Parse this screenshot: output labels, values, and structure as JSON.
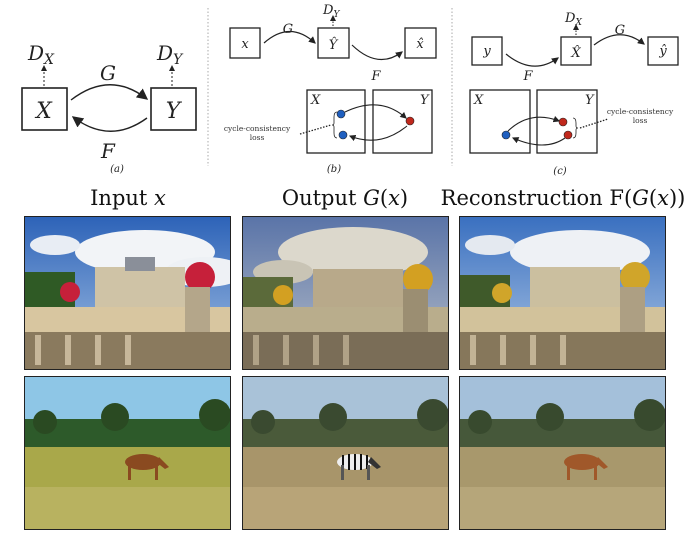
{
  "diagram": {
    "panel_a": {
      "caption": "(a)",
      "node_x": "X",
      "node_y": "Y",
      "disc_x": "D",
      "disc_x_sub": "X",
      "disc_y": "D",
      "disc_y_sub": "Y",
      "gen_g": "G",
      "gen_f": "F"
    },
    "panel_b": {
      "caption": "(b)",
      "input": "x",
      "mapped": "Ŷ",
      "recon": "x̂",
      "disc": "D",
      "disc_sub": "Y",
      "gen_g": "G",
      "gen_f": "F",
      "domain_x": "X",
      "domain_y": "Y",
      "loss_line1": "cycle-consistency",
      "loss_line2": "loss"
    },
    "panel_c": {
      "caption": "(c)",
      "input": "y",
      "mapped": "X̂",
      "recon": "ŷ",
      "disc": "D",
      "disc_sub": "X",
      "gen_g": "G",
      "gen_f": "F",
      "domain_x": "X",
      "domain_y": "Y",
      "loss_line1": "cycle-consistency",
      "loss_line2": "loss"
    },
    "colors": {
      "domain_x_point": "#1f5fbf",
      "domain_y_point": "#c0281c"
    }
  },
  "headings": {
    "input": "Input 𝑥",
    "output": "Output 𝐺(𝑥)",
    "reconstruction": "Reconstruction F(𝐺(𝑥))"
  },
  "rows": [
    {
      "content": "garden-with-flower-urns"
    },
    {
      "content": "horse-zebra-field"
    }
  ]
}
